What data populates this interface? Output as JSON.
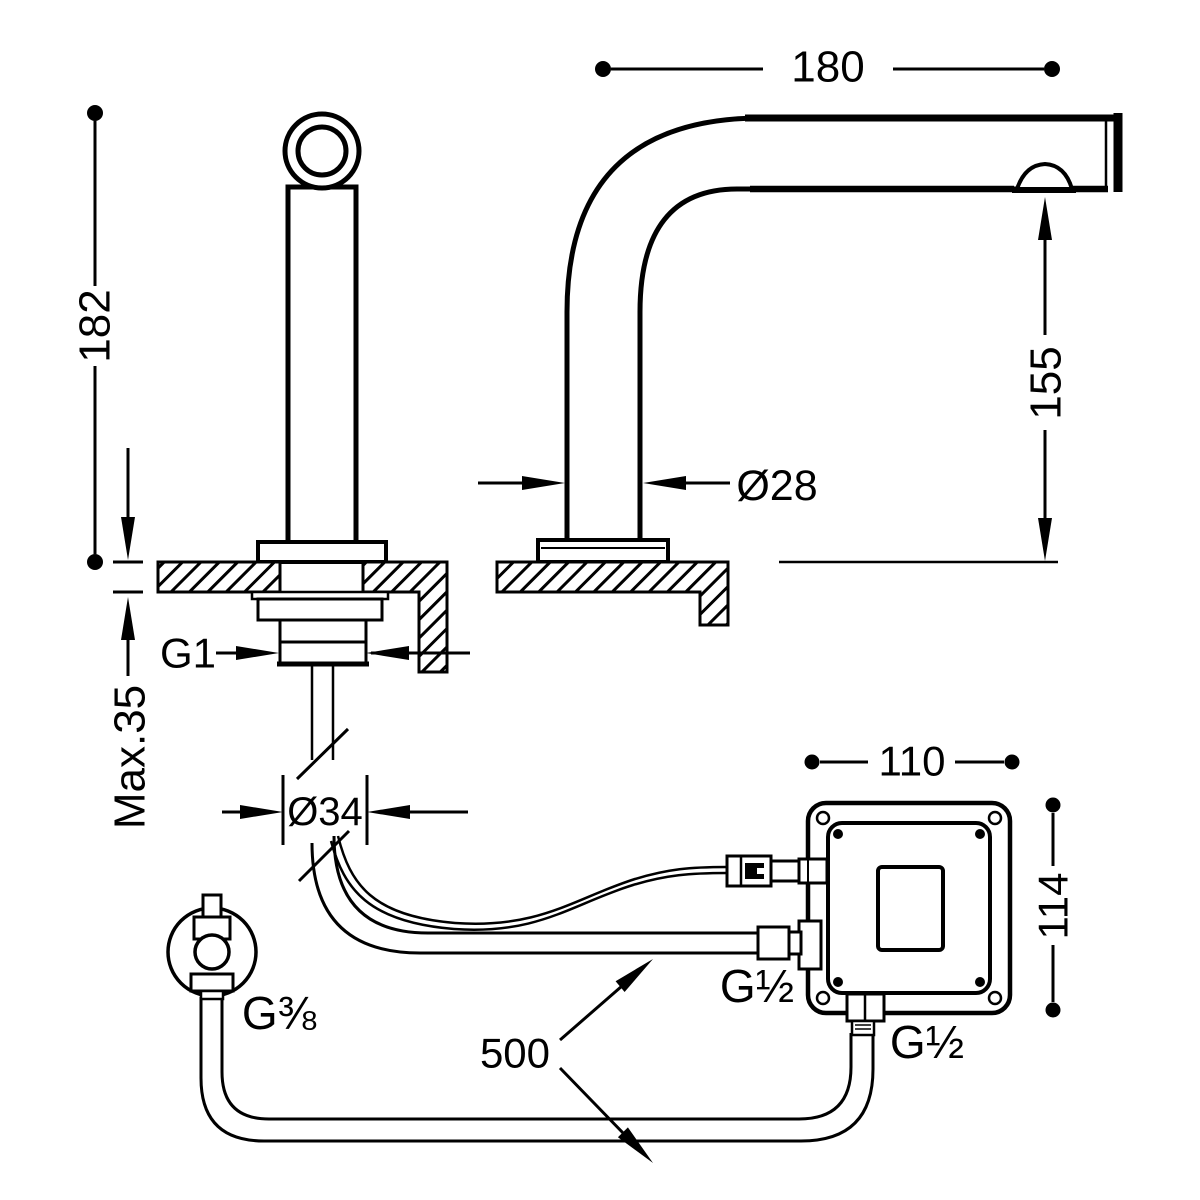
{
  "page": {
    "background": "#ffffff",
    "ink": "#000000",
    "type": "technical-dimension-drawing",
    "subject": "electronic sensor basin faucet with spout and control box"
  },
  "left_view": {
    "height_label": "182",
    "deck_thickness_label": "Max.35",
    "thread_label": "G1",
    "shank_diameter_label": "Ø34"
  },
  "right_view": {
    "reach_label": "180",
    "outlet_height_label": "155",
    "spout_diameter_label": "Ø28"
  },
  "installation": {
    "hose_length_label": "500",
    "valve_thread_label": "G⅜",
    "box_width_label": "110",
    "box_height_label": "114",
    "box_inlet_label": "G½",
    "box_outlet_label": "G½"
  }
}
